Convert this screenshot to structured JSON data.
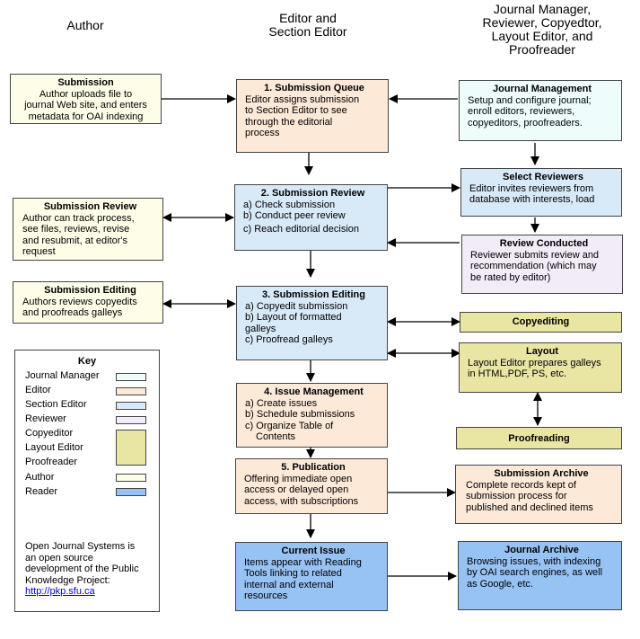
{
  "headers": {
    "author": "Author",
    "editor_1": "Editor and",
    "editor_2": "Section Editor",
    "jm_1": "Journal Manager,",
    "jm_2": "Reviewer, Copyedtor,",
    "jm_3": "Layout Editor, and",
    "jm_4": "Proofreader"
  },
  "colors": {
    "journal_manager": "#eefcfc",
    "editor": "#fce9d8",
    "section_editor": "#d8e9f8",
    "reviewer": "#f2ebf8",
    "copyeditor": "#e9e6a4",
    "author": "#fefde8",
    "reader": "#97c2f4"
  },
  "boxes": {
    "submission": {
      "title": "Submission",
      "lines": [
        "Author uploads file to",
        "journal Web site, and enters",
        "metadata for OAI indexing"
      ]
    },
    "queue": {
      "title": "1. Submission Queue",
      "lines": [
        "Editor assigns submission",
        "to Section Editor to see",
        "through the editorial",
        "process"
      ]
    },
    "journal_mgmt": {
      "title": "Journal Management",
      "lines": [
        "Setup and configure journal;",
        "enroll editors, reviewers,",
        "copyeditors, proofreaders."
      ]
    },
    "select_reviewers": {
      "title": "Select Reviewers",
      "lines": [
        "Editor invites reviewers from",
        "database with interests, load"
      ]
    },
    "sub_review_author": {
      "title": "Submission Review",
      "lines": [
        "Author can track process,",
        "see files, reviews, revise",
        "and resubmit, at editor's",
        "request"
      ]
    },
    "sub_review": {
      "title": "2. Submission Review",
      "lines": [
        "a) Check submission",
        "b) Conduct peer review",
        "c) Reach editorial decision"
      ]
    },
    "review_conducted": {
      "title": "Review Conducted",
      "lines": [
        "Reviewer submits review and",
        "recommendation (which may",
        "be rated by editor)"
      ]
    },
    "sub_editing_author": {
      "title": "Submission Editing",
      "lines": [
        "Authors reviews copyedits",
        "and proofreads galleys"
      ]
    },
    "sub_editing": {
      "title": "3. Submission Editing",
      "lines": [
        "a) Copyedit submission",
        "b) Layout of formatted",
        "galleys",
        "c) Proofread galleys"
      ]
    },
    "copyediting": {
      "title": "Copyediting",
      "lines": []
    },
    "layout": {
      "title": "Layout",
      "lines": [
        "Layout Editor prepares galleys",
        "in HTML,PDF, PS, etc."
      ]
    },
    "issue_mgmt": {
      "title": "4. Issue Management",
      "lines": [
        "a) Create issues",
        "b) Schedule submissions",
        "c) Organize Table of",
        "Contents"
      ]
    },
    "proofreading": {
      "title": "Proofreading",
      "lines": []
    },
    "publication": {
      "title": "5. Publication",
      "lines": [
        "Offering immediate open",
        "access or delayed open",
        "access, with subscriptions"
      ]
    },
    "archive": {
      "title": "Submission Archive",
      "lines": [
        "Complete records kept of",
        "submission process for",
        "published and declined items"
      ]
    },
    "current_issue": {
      "title": "Current Issue",
      "lines": [
        "Items appear with Reading",
        "Tools linking to related",
        "internal and external",
        "resources"
      ]
    },
    "journal_archive": {
      "title": "Journal Archive",
      "lines": [
        "Browsing issues, with indexing",
        "by OAI search engines, as well",
        "as Google, etc."
      ]
    }
  },
  "key": {
    "title": "Key",
    "rows": [
      "Journal Manager",
      "Editor",
      "Section Editor",
      "Reviewer",
      "Copyeditor",
      "Layout Editor",
      "Proofreader",
      "Author",
      "Reader"
    ],
    "note": [
      "Open Journal Systems is",
      "an open source",
      "development of the Public",
      "Knowledge Project:"
    ],
    "link": "http://pkp.sfu.ca"
  }
}
